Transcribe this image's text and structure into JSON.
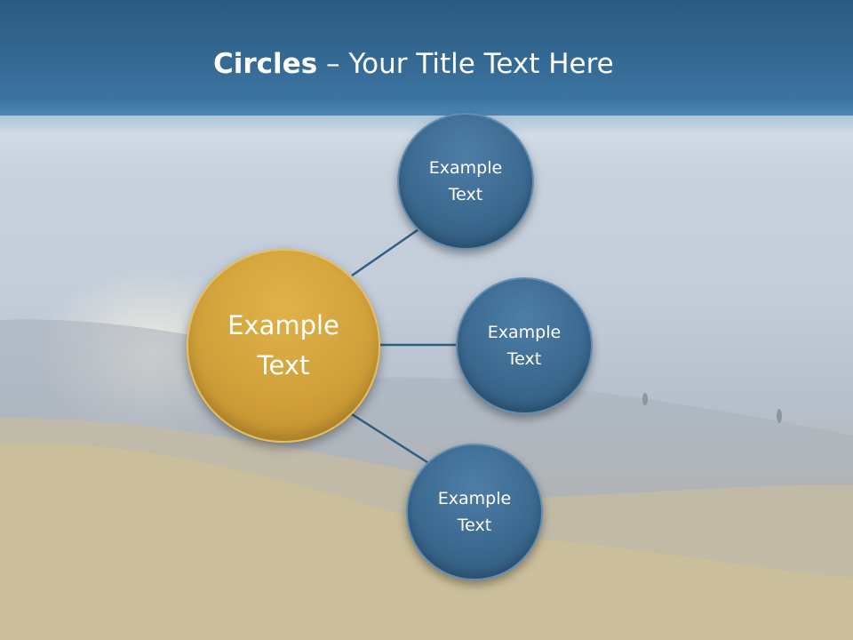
{
  "slide": {
    "title_bold": "Circles",
    "title_rest": " – Your Title Text Here"
  },
  "diagram": {
    "center": {
      "label": "Example Text"
    },
    "nodes": [
      {
        "label": "Example Text"
      },
      {
        "label": "Example Text"
      },
      {
        "label": "Example Text"
      }
    ]
  },
  "colors": {
    "header": "#3b73a0",
    "center_fill": "#d1a03a",
    "node_fill": "#3b6990",
    "connector": "#2f5f85"
  }
}
